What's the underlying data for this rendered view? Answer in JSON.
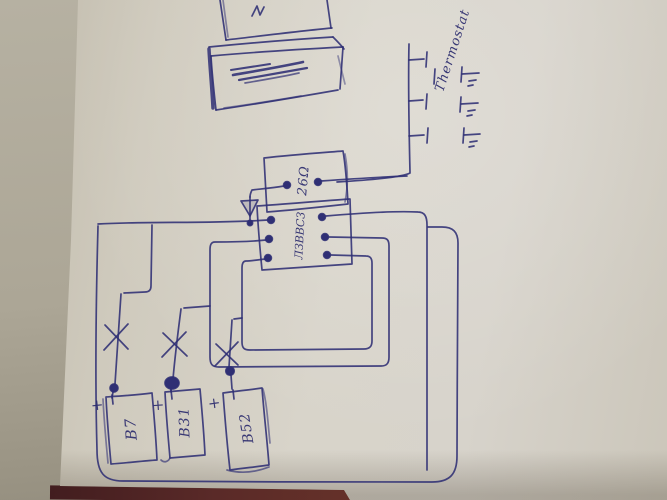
{
  "diagram": {
    "ink_color": "#2f2f74",
    "paper_color": "#d6d2c8",
    "table_color": "#4e2223",
    "thermostat": {
      "label": "Thermostat",
      "contact_rows": 3
    },
    "relay_small": {
      "label": "26Ω",
      "pin_count": 2
    },
    "relay_large": {
      "label": "ЛЗВВС3",
      "pin_count": 6
    },
    "batteries": [
      {
        "label": "B7",
        "polarity": "+"
      },
      {
        "label": "B31",
        "polarity": "+"
      },
      {
        "label": "B52",
        "polarity": "+"
      }
    ]
  }
}
